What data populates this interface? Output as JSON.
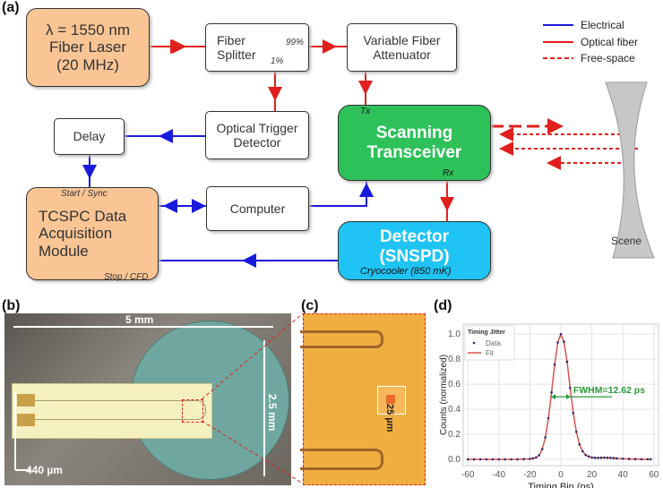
{
  "panels": {
    "a": "(a)",
    "b": "(b)",
    "c": "(c)",
    "d": "(d)"
  },
  "diagram": {
    "laser": [
      "λ = 1550 nm",
      "Fiber Laser",
      "(20 MHz)"
    ],
    "splitter": [
      "Fiber",
      "Splitter"
    ],
    "split_99": "99%",
    "split_1": "1%",
    "attenuator": [
      "Variable Fiber",
      "Attenuator"
    ],
    "trigger": [
      "Optical Trigger",
      "Detector"
    ],
    "delay": "Delay",
    "transceiver": [
      "Scanning",
      "Transceiver"
    ],
    "tx": "Tx",
    "rx": "Rx",
    "tcspc": [
      "TCSPC Data",
      "Acquisition",
      "Module"
    ],
    "start": "Start / Sync",
    "stop": "Stop / CFD",
    "computer": "Computer",
    "detector": [
      "Detector",
      "(SNSPD)"
    ],
    "cryo": "Cryocooler (850 mK)",
    "scene": "Scene",
    "legend": [
      {
        "label": "Electrical",
        "color": "#1a1adb",
        "style": "solid"
      },
      {
        "label": "Optical fiber",
        "color": "#e0201e",
        "style": "solid"
      },
      {
        "label": "Free-space",
        "color": "#e0201e",
        "style": "dashed"
      }
    ]
  },
  "photo_b": {
    "width_label": "5 mm",
    "height_label": "2.5 mm",
    "pad_label": "440 µm"
  },
  "photo_c": {
    "label": "25 µm"
  },
  "chart_data": {
    "type": "scatter",
    "xlabel": "Timing Bin (ps)",
    "ylabel": "Counts (normalized)",
    "xlim": [
      -63,
      63
    ],
    "ylim": [
      -0.05,
      1.08
    ],
    "xticks": [
      -60,
      -40,
      -20,
      0,
      20,
      40,
      60
    ],
    "yticks": [
      0.0,
      0.2,
      0.4,
      0.6,
      0.8,
      1.0
    ],
    "grid": true,
    "legend_title": "Timing Jitter",
    "legend_placement": "top-left",
    "series": [
      {
        "name": "Data",
        "color": "#2a2a6a"
      },
      {
        "name": "Fit",
        "color": "#d9534f"
      }
    ],
    "x": [
      -60,
      -56,
      -52,
      -48,
      -44,
      -40,
      -36,
      -32,
      -28,
      -24,
      -20,
      -18,
      -16,
      -14,
      -12,
      -10,
      -8,
      -6,
      -4,
      -2,
      0,
      2,
      4,
      6,
      8,
      10,
      12,
      14,
      16,
      18,
      20,
      22,
      24,
      26,
      28,
      30,
      32,
      34,
      36,
      40,
      44,
      48,
      52,
      56,
      58
    ],
    "y": [
      0,
      0,
      0,
      0,
      0,
      0,
      0,
      0,
      0,
      0.002,
      0.004,
      0.008,
      0.015,
      0.033,
      0.082,
      0.176,
      0.329,
      0.535,
      0.757,
      0.933,
      1.0,
      0.94,
      0.78,
      0.57,
      0.37,
      0.22,
      0.12,
      0.065,
      0.035,
      0.022,
      0.015,
      0.012,
      0.012,
      0.013,
      0.014,
      0.013,
      0.012,
      0.01,
      0.008,
      0.005,
      0.003,
      0.002,
      0.001,
      0.001,
      0.001
    ],
    "annotation": "FWHM=12.62 ps",
    "fwhm_range": [
      -6.3,
      6.3
    ],
    "annotation_color": "#2a9a3a"
  }
}
